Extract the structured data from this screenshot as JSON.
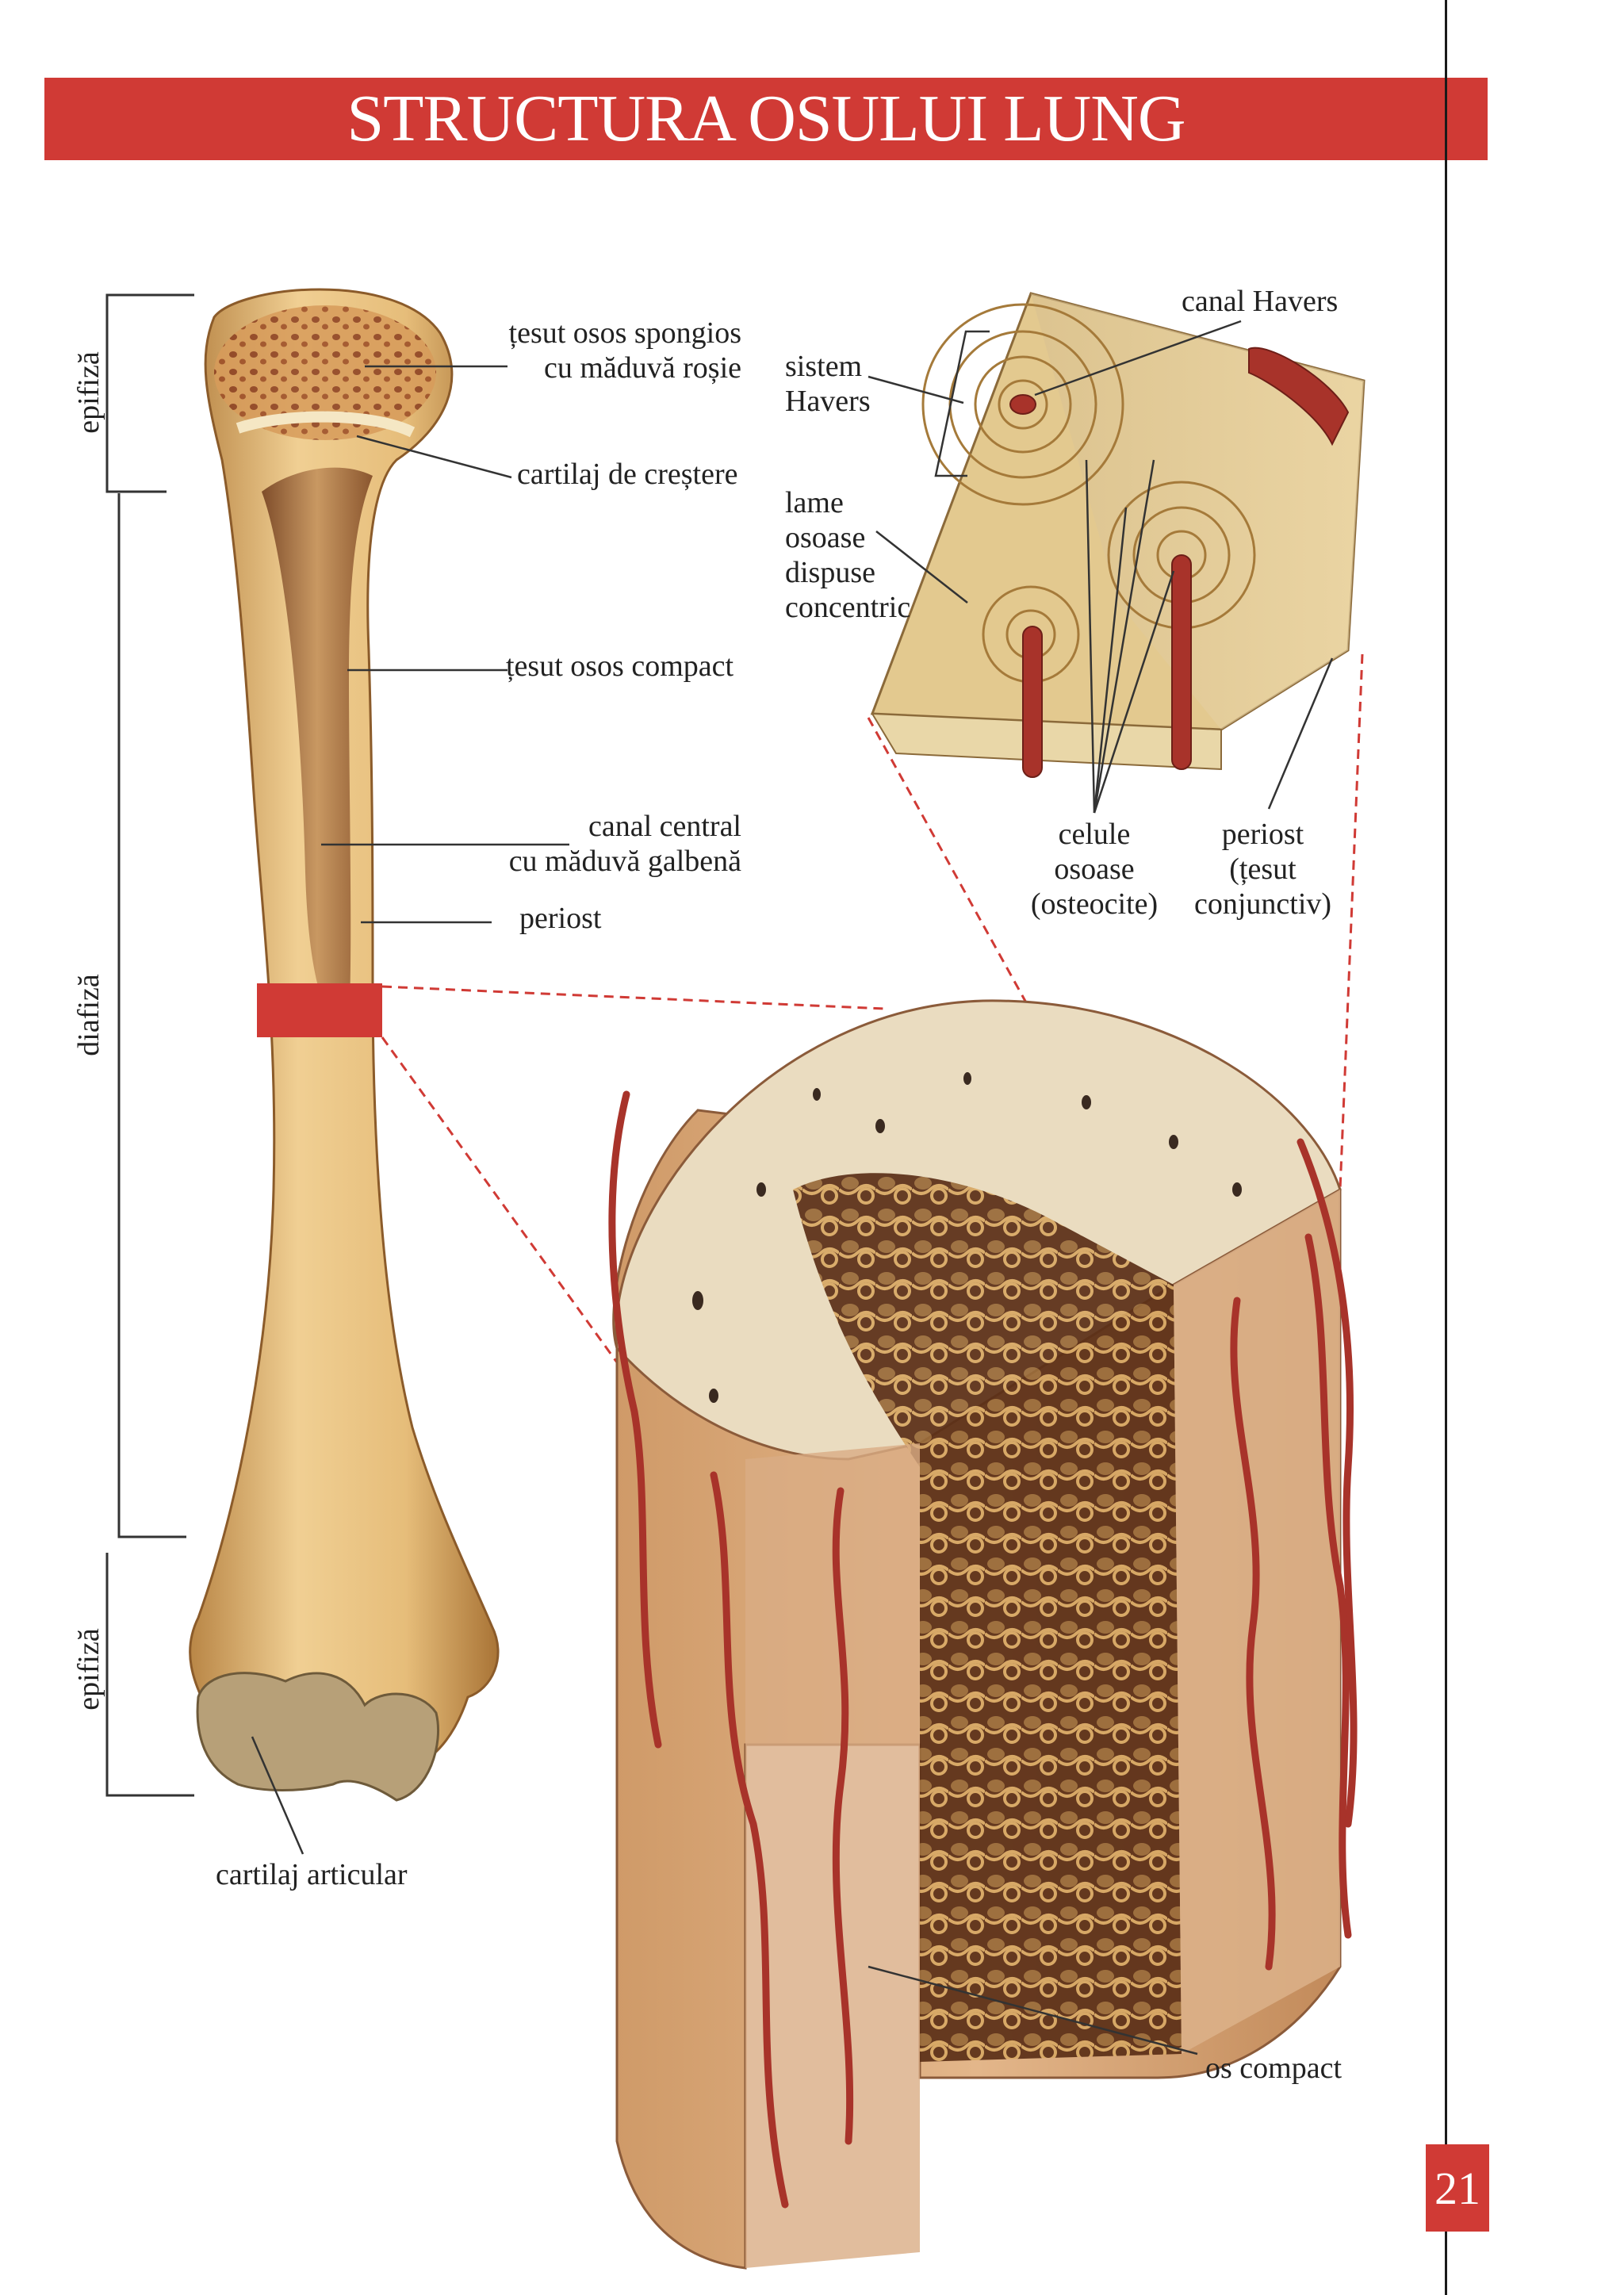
{
  "header": {
    "title": "STRUCTURA OSULUI LUNG"
  },
  "page": {
    "number": "21"
  },
  "colors": {
    "accent": "#d03a35",
    "bone": "#e8c17f",
    "vessel": "#a8332a"
  },
  "regions": {
    "epiphysis_top": "epifiză",
    "diaphysis": "diafiză",
    "epiphysis_bottom": "epifiză"
  },
  "bone_labels": {
    "spongy_line1": "țesut osos spongios",
    "spongy_line2": "cu măduvă roșie",
    "growth_cartilage": "cartilaj de creștere",
    "compact_tissue": "țesut osos compact",
    "canal_line1": "canal central",
    "canal_line2": "cu măduvă galbenă",
    "periosteum": "periost",
    "articular_cartilage": "cartilaj articular"
  },
  "detail_labels": {
    "haversian_canal": "canal Havers",
    "haversian_system_line1": "sistem",
    "haversian_system_line2": "Havers",
    "lamellae_line1": "lame",
    "lamellae_line2": "osoase",
    "lamellae_line3": "dispuse",
    "lamellae_line4": "concentric",
    "cells_line1": "celule",
    "cells_line2": "osoase",
    "cells_line3": "(osteocite)",
    "periosteum_line1": "periost",
    "periosteum_line2": "(țesut",
    "periosteum_line3": "conjunctiv)",
    "compact_bone": "os compact"
  }
}
